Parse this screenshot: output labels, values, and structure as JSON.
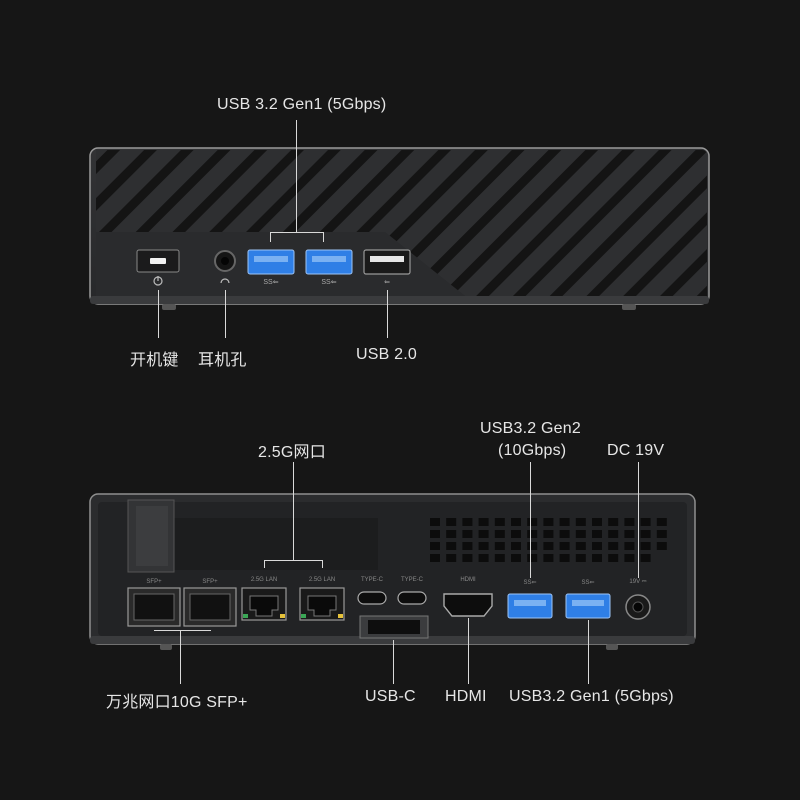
{
  "front": {
    "label_usb32_gen1": "USB 3.2 Gen1 (5Gbps)",
    "label_power": "开机键",
    "label_audio": "耳机孔",
    "label_usb20": "USB 2.0"
  },
  "rear": {
    "label_lan": "2.5G网口",
    "label_usb32_gen2": "USB3.2 Gen2",
    "label_usb32_gen2_speed": "(10Gbps)",
    "label_dc": "DC 19V",
    "label_sfp": "万兆网口10G SFP+",
    "label_usbc": "USB-C",
    "label_hdmi": "HDMI",
    "label_usb32_gen1": "USB3.2 Gen1 (5Gbps)",
    "port_text_sfp1": "SFP+",
    "port_text_sfp2": "SFP+",
    "port_text_lan1": "2.5G LAN",
    "port_text_lan2": "2.5G LAN",
    "port_text_typec1": "TYPE-C",
    "port_text_typec2": "TYPE-C",
    "port_text_hdmi": "HDMI",
    "port_text_dc": "19V ⎓"
  },
  "colors": {
    "background": "#161616",
    "chassis": "#2a2b2d",
    "usb3_blue": "#2f7fe6",
    "label_text": "#e6e6e6"
  }
}
